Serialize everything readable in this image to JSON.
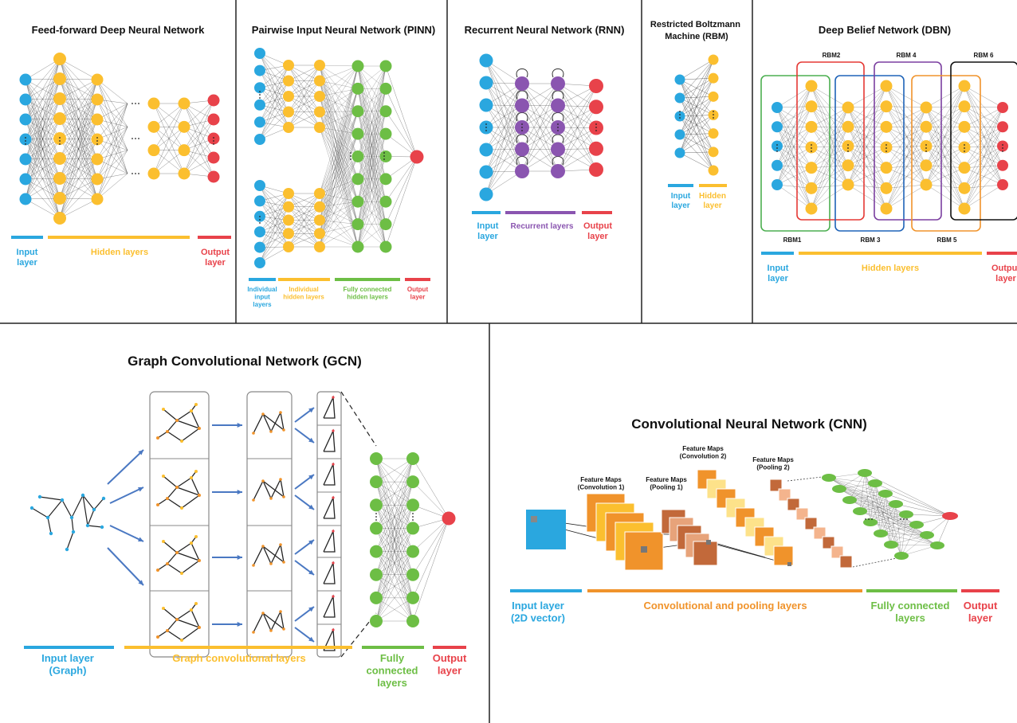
{
  "colors": {
    "input": "#2aa7df",
    "hidden": "#fbbf2f",
    "output": "#e8424a",
    "recurrent": "#8a55b0",
    "fc": "#6dbe45",
    "conv": "#f0932b",
    "edge": "#333333"
  },
  "panels": {
    "ffdnn": {
      "title": "Feed-forward Deep Neural Network",
      "input": "Input layer",
      "hidden": "Hidden layers",
      "output": "Output layer"
    },
    "pinn": {
      "title": "Pairwise Input Neural Network (PINN)",
      "input": "Individual input layers",
      "hidden": "Individual hidden layers",
      "fc": "Fully connected hidden layers",
      "output": "Output layer"
    },
    "rnn": {
      "title": "Recurrent Neural Network (RNN)",
      "input": "Input layer",
      "recurrent": "Recurrent layers",
      "output": "Output layer"
    },
    "rbm": {
      "title": "Restricted Boltzmann Machine (RBM)",
      "input": "Input layer",
      "hidden": "Hidden layer"
    },
    "dbn": {
      "title": "Deep Belief Network (DBN)",
      "rbms": [
        "RBM1",
        "RBM2",
        "RBM 3",
        "RBM 4",
        "RBM 5",
        "RBM 6"
      ],
      "input": "Input layer",
      "hidden": "Hidden layers",
      "output": "Output layer"
    },
    "gcn": {
      "title": "Graph Convolutional Network (GCN)",
      "input": "Input layer (Graph)",
      "conv": "Graph convolutional layers",
      "fc": "Fully connected layers",
      "output": "Output layer"
    },
    "cnn": {
      "title": "Convolutional Neural Network (CNN)",
      "fm1": "Feature Maps (Convolution 1)",
      "fm2": "Feature Maps (Pooling 1)",
      "fm3": "Feature Maps (Convolution 2)",
      "fm4": "Feature Maps (Pooling 2)",
      "input": "Input layer (2D vector)",
      "conv": "Convolutional and pooling layers",
      "fc": "Fully connected layers",
      "output": "Output layer"
    }
  }
}
